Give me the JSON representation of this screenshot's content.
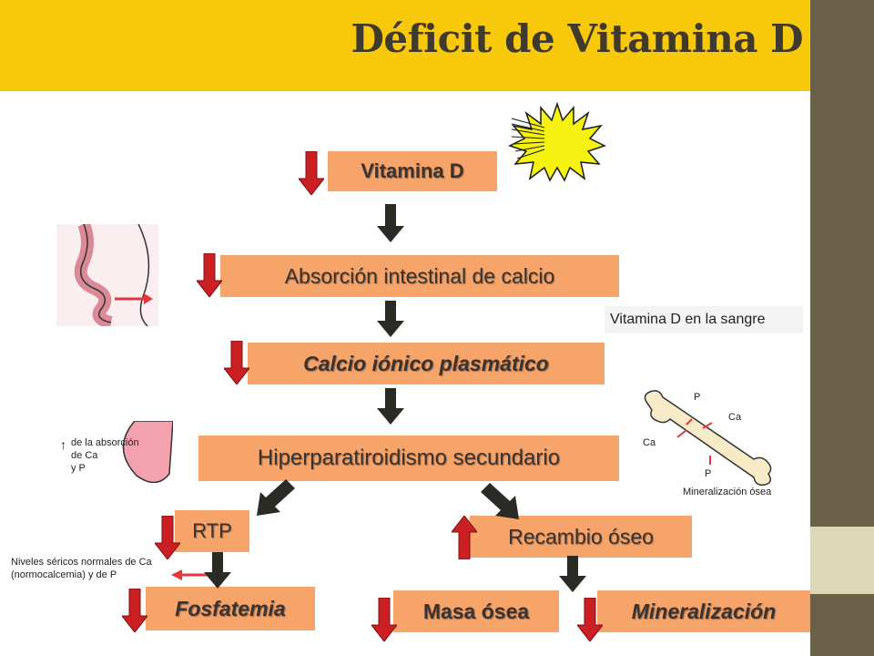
{
  "title": "Déficit de Vitamina D",
  "colors": {
    "title_bar": "#f8c90a",
    "sidebar": "#6b6148",
    "box_fill": "#f7a46a",
    "red_arrow": "#cc1f24",
    "dark_arrow": "#2b2b26"
  },
  "nodes": {
    "vitamina_d": "Vitamina D",
    "absorcion": "Absorción intestinal de calcio",
    "calcio_ionico": "Calcio iónico plasmático",
    "hiperpara": "Hiperparatiroidismo secundario",
    "rtp": "RTP",
    "recambio": "Recambio óseo",
    "fosfatemia": "Fosfatemia",
    "masa_osea": "Masa ósea",
    "mineralizacion": "Mineralización"
  },
  "images": {
    "sun": {
      "icon": "sun-icon"
    },
    "intestine": {
      "icon": "intestine-icon"
    },
    "blood_caption": "Vitamina D en la sangre",
    "stomach_caption_1": "de la absorción",
    "stomach_caption_2": "de Ca",
    "stomach_caption_3": "y P",
    "bone_label_p1": "P",
    "bone_label_ca1": "Ca",
    "bone_label_ca2": "Ca",
    "bone_label_p2": "P",
    "bone_caption": "Mineralización ósea",
    "serum_caption_1": "Niveles séricos normales de Ca",
    "serum_caption_2": "(normocalcemia) y de P"
  },
  "indicators": {
    "decrease": "down-arrow-icon",
    "increase": "up-arrow-icon"
  }
}
